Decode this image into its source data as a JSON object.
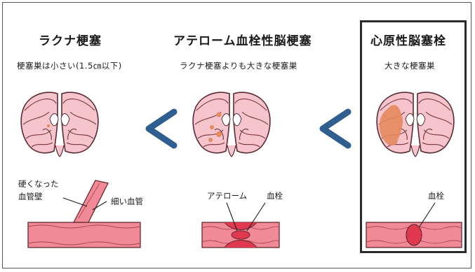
{
  "panels": [
    {
      "title": "ラクナ梗塞",
      "subtitle": "梗塞巣は小さい(1.5㎝以下)"
    },
    {
      "title": "アテローム血栓性脳梗塞",
      "subtitle": "ラクナ梗塞よりも大きな梗塞巣"
    },
    {
      "title": "心原性脳塞栓",
      "subtitle": "大きな梗塞巣"
    }
  ],
  "labels": {
    "hardened_wall": "硬くなった\n血管壁",
    "thin_vessel": "細い血管",
    "atheroma": "アテローム",
    "thrombus_1": "血栓",
    "thrombus_2": "血栓"
  },
  "colors": {
    "brain_fill": "#f5c4cc",
    "brain_outline": "#5a2a32",
    "infarct": "#e58a5e",
    "vessel": "#f08a96",
    "clot": "#e0384f",
    "arrow": "#2f5f8f",
    "highlight_border": "#2a2a2a"
  },
  "icons": [
    "less-than-arrow-icon",
    "less-than-arrow-icon"
  ]
}
